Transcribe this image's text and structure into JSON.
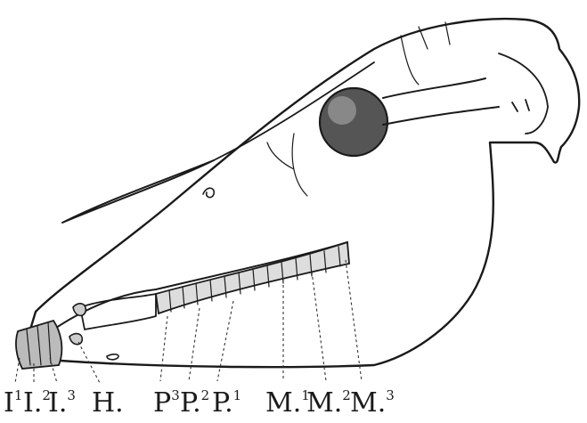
{
  "labels": {
    "i1": {
      "base": "I",
      "sup": "1"
    },
    "i2": {
      "base": "I.",
      "sup": "2"
    },
    "i3": {
      "base": "I.",
      "sup": "3"
    },
    "h": {
      "base": "H."
    },
    "p3": {
      "base": "P",
      "sup": "3"
    },
    "p2": {
      "base": "P.",
      "sup": "2"
    },
    "p1": {
      "base": "P.",
      "sup": "1"
    },
    "m1": {
      "base": "M.",
      "sup": "1"
    },
    "m2": {
      "base": "M.",
      "sup": "2"
    },
    "m3": {
      "base": "M.",
      "sup": "3"
    }
  }
}
